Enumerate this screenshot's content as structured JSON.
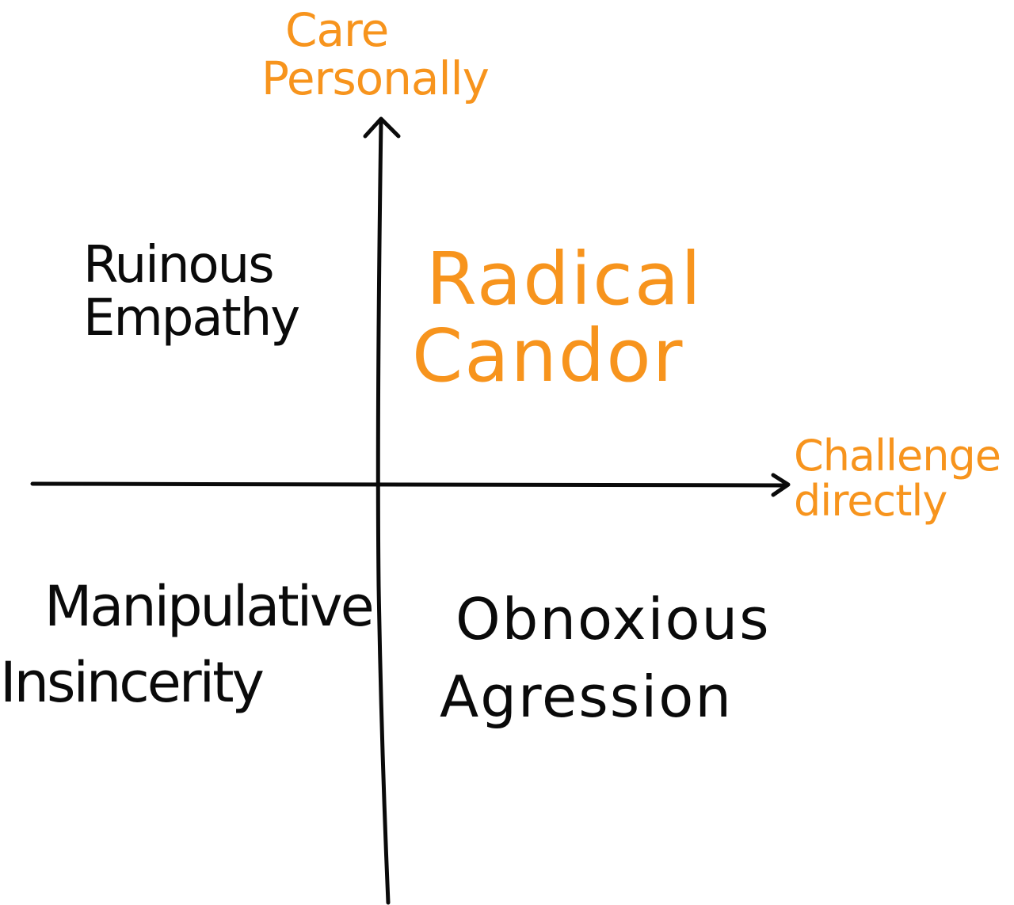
{
  "diagram": {
    "y_axis": {
      "line1": "Care",
      "line2": "Personally"
    },
    "x_axis": {
      "line1": "Challenge",
      "line2": "directly"
    },
    "quadrants": {
      "top_left": {
        "line1": "Ruinous",
        "line2": "Empathy"
      },
      "top_right": {
        "line1": "Radical",
        "line2": "Candor"
      },
      "bottom_left": {
        "line1": "Manipulative",
        "line2": "Insincerity"
      },
      "bottom_right": {
        "line1": "Obnoxious",
        "line2": "Agression"
      }
    },
    "colors": {
      "axis_line": "#0a0a0a",
      "axis_title": "#F7941D",
      "highlight_quadrant": "#F7941D",
      "quadrant_text": "#0a0a0a",
      "background": "#ffffff"
    }
  }
}
